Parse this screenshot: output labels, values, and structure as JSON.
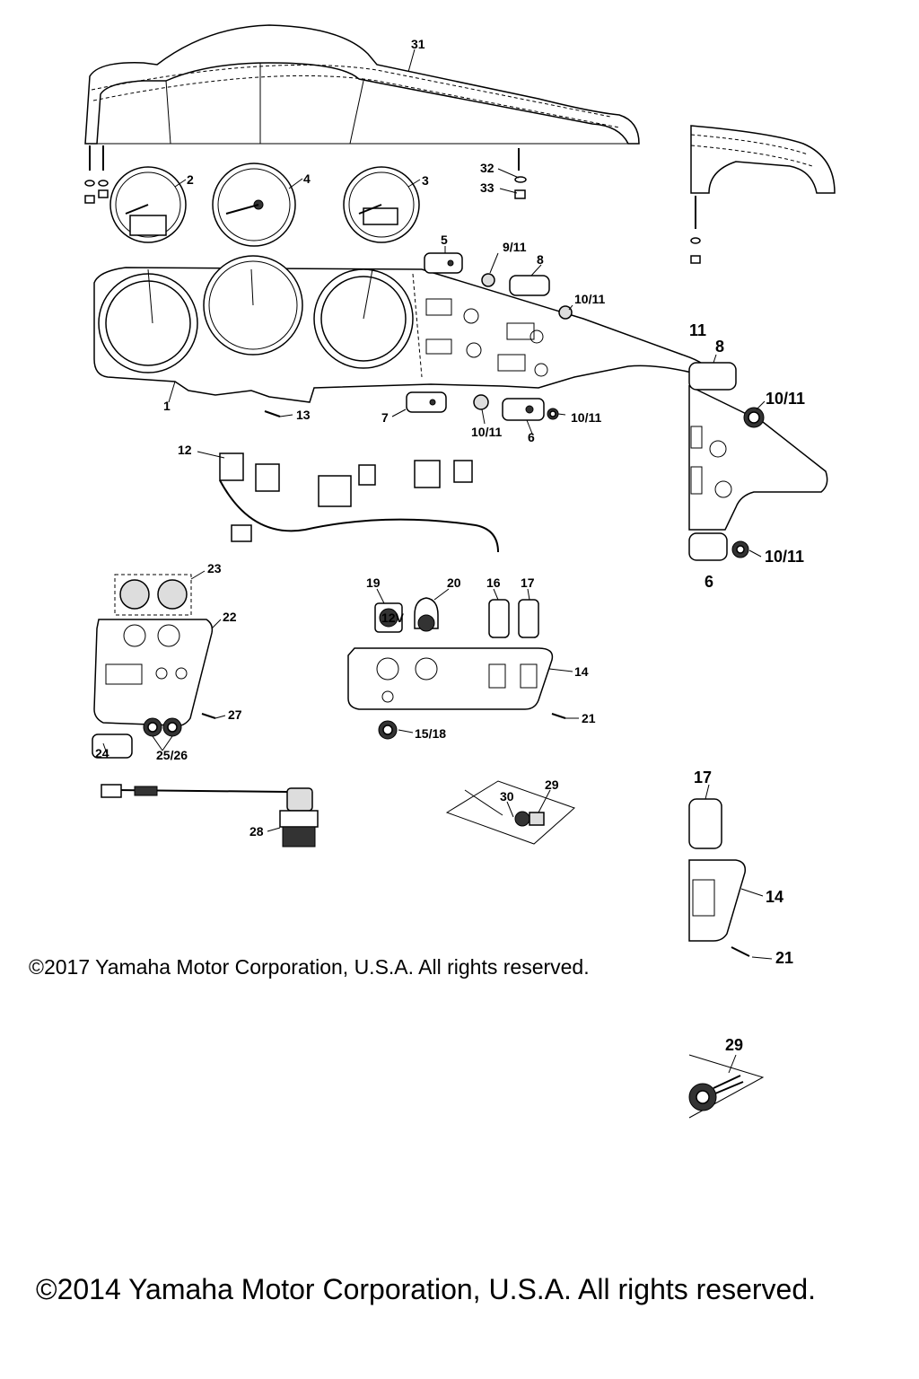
{
  "callouts": [
    {
      "id": "c31",
      "text": "31"
    },
    {
      "id": "c2",
      "text": "2"
    },
    {
      "id": "c4",
      "text": "4"
    },
    {
      "id": "c3",
      "text": "3"
    },
    {
      "id": "c32",
      "text": "32"
    },
    {
      "id": "c33",
      "text": "33"
    },
    {
      "id": "c5",
      "text": "5"
    },
    {
      "id": "c9_11",
      "text": "9/11"
    },
    {
      "id": "c8",
      "text": "8"
    },
    {
      "id": "c10_11a",
      "text": "10/11"
    },
    {
      "id": "c1",
      "text": "1"
    },
    {
      "id": "c13",
      "text": "13"
    },
    {
      "id": "c7",
      "text": "7"
    },
    {
      "id": "c10_11b",
      "text": "10/11"
    },
    {
      "id": "c6",
      "text": "6"
    },
    {
      "id": "c10_11c",
      "text": "10/11"
    },
    {
      "id": "c12",
      "text": "12"
    },
    {
      "id": "c23",
      "text": "23"
    },
    {
      "id": "c22",
      "text": "22"
    },
    {
      "id": "c27",
      "text": "27"
    },
    {
      "id": "c24",
      "text": "24"
    },
    {
      "id": "c25_26",
      "text": "25/26"
    },
    {
      "id": "c19",
      "text": "19"
    },
    {
      "id": "c20",
      "text": "20"
    },
    {
      "id": "c16",
      "text": "16"
    },
    {
      "id": "c17",
      "text": "17"
    },
    {
      "id": "c14",
      "text": "14"
    },
    {
      "id": "c21",
      "text": "21"
    },
    {
      "id": "c15_18",
      "text": "15/18"
    },
    {
      "id": "c29",
      "text": "29"
    },
    {
      "id": "c30",
      "text": "30"
    },
    {
      "id": "c28",
      "text": "28"
    },
    {
      "id": "r11",
      "text": "11"
    },
    {
      "id": "r8",
      "text": "8"
    },
    {
      "id": "r10_11a",
      "text": "10/11"
    },
    {
      "id": "r10_11b",
      "text": "10/11"
    },
    {
      "id": "r6",
      "text": "6"
    },
    {
      "id": "r17",
      "text": "17"
    },
    {
      "id": "r14",
      "text": "14"
    },
    {
      "id": "r21",
      "text": "21"
    },
    {
      "id": "r29",
      "text": "29"
    }
  ],
  "copyright_2017": "©2017 Yamaha Motor Corporation, U.S.A. All rights reserved.",
  "copyright_2014": "©2014 Yamaha Motor Corporation, U.S.A. All rights reserved.",
  "marks": {
    "socket_12v": "12V"
  },
  "colors": {
    "line": "#000000",
    "background": "#ffffff"
  }
}
